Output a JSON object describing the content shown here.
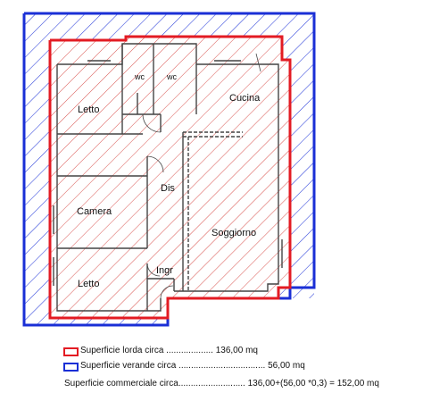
{
  "rooms": {
    "letto_top": "Letto",
    "wc_left": "wc",
    "wc_right": "wc",
    "cucina": "Cucina",
    "dis": "Dis",
    "camera": "Camera",
    "soggiorno": "Soggiorno",
    "ingr": "Ingr",
    "letto_bottom": "Letto"
  },
  "legend": {
    "lorda": {
      "label": "Superficie lorda circa ................... 136,00 mq",
      "color": "#e31b23"
    },
    "verande": {
      "label": "Superficie verande circa ................................... 56,00 mq",
      "color": "#1a2fd6"
    },
    "commerciale": "Superficie commerciale circa........................... 136,00+(56,00 *0,3) = 152,00 mq"
  },
  "colors": {
    "outline_red": "#e31b23",
    "outline_blue": "#1a2fd6",
    "hatch_red": "#d9534f",
    "hatch_blue": "#2b3fd9",
    "walls": "#444444"
  }
}
